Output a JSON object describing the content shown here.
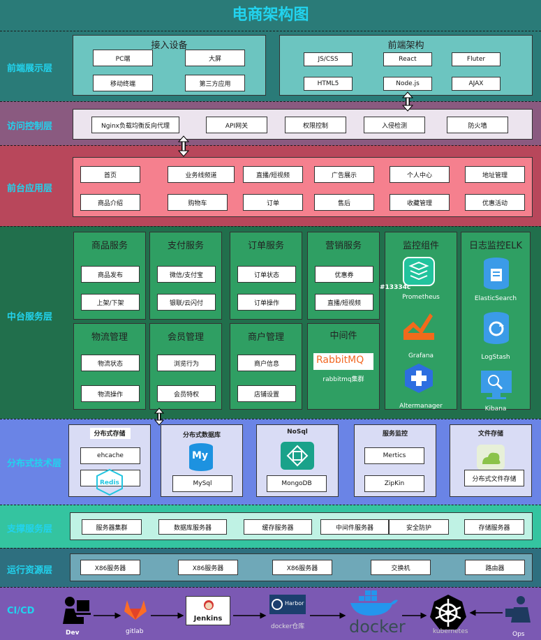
{
  "title": "电商架构图",
  "layers": {
    "frontend": {
      "label": "前端展示层",
      "devices": {
        "title": "接入设备",
        "items": [
          "PC端",
          "大屏",
          "移动终端",
          "第三方应用"
        ]
      },
      "arch": {
        "title": "前端架构",
        "items": [
          "JS/CSS",
          "React",
          "Fluter",
          "HTML5",
          "Node.js",
          "AJAX"
        ]
      }
    },
    "access": {
      "label": "访问控制层",
      "items": [
        "Nginx负载均衡反向代理",
        "API网关",
        "权限控制",
        "入侵检测",
        "防火墙"
      ]
    },
    "app": {
      "label": "前台应用层",
      "items": [
        "首页",
        "业务线频道",
        "直播/短视频",
        "广告展示",
        "个人中心",
        "地址管理",
        "商品介绍",
        "购物车",
        "订单",
        "售后",
        "收藏管理",
        "优惠活动"
      ]
    },
    "middle": {
      "label": "中台服务层",
      "groups": [
        {
          "title": "商品服务",
          "items": [
            "商品发布",
            "上架/下架"
          ]
        },
        {
          "title": "支付服务",
          "items": [
            "微信/支付宝",
            "银联/云闪付"
          ]
        },
        {
          "title": "订单服务",
          "items": [
            "订单状态",
            "订单操作"
          ]
        },
        {
          "title": "营销服务",
          "items": [
            "优惠券",
            "直播/短视频"
          ]
        },
        {
          "title": "物流管理",
          "items": [
            "物流状态",
            "物流操作"
          ]
        },
        {
          "title": "会员管理",
          "items": [
            "浏览行为",
            "会员特权"
          ]
        },
        {
          "title": "商户管理",
          "items": [
            "商户信息",
            "店铺设置"
          ]
        }
      ],
      "middleware": {
        "title": "中间件",
        "logo": "RabbitMQ",
        "caption": "rabbitmq集群"
      },
      "monitor": {
        "title": "监控组件",
        "tag": "#13334c",
        "items": [
          "Prometheus",
          "Grafana",
          "Altermanager"
        ]
      },
      "elk": {
        "title": "日志监控ELK",
        "items": [
          "ElasticSearch",
          "LogStash",
          "Kibana"
        ]
      }
    },
    "distributed": {
      "label": "分布式技术层",
      "groups": [
        {
          "title": "分布式存储",
          "items": [
            "ehcache",
            "Redis"
          ]
        },
        {
          "title": "分布式数据库",
          "items": [
            "MySql"
          ],
          "icon_text": "My"
        },
        {
          "title": "NoSql",
          "items": [
            "MongoDB"
          ]
        },
        {
          "title": "服务监控",
          "items": [
            "Mertics",
            "ZipKin"
          ]
        },
        {
          "title": "文件存储",
          "items": [
            "分布式文件存储"
          ]
        }
      ]
    },
    "support": {
      "label": "支撑服务层",
      "items": [
        "服务器集群",
        "数据库服务器",
        "缓存服务器",
        "中间件服务器",
        "安全防护",
        "存储服务器"
      ]
    },
    "runtime": {
      "label": "运行资源层",
      "items": [
        "X86服务器",
        "X86服务器",
        "X86服务器",
        "交换机",
        "路由器"
      ]
    },
    "cicd": {
      "label": "CI/CD",
      "steps": [
        "Dev",
        "gitlab",
        "Jenkins",
        "Harbor",
        "docker仓库",
        "docker",
        "kubernetes",
        "Ops"
      ]
    }
  },
  "colors": {
    "frontend": "#2a7b78",
    "access": "#8a5a80",
    "app": "#b8475b",
    "middle": "#216f4c",
    "distributed": "#6a84e6",
    "support": "#34c4a0",
    "runtime": "#2e6f7f",
    "cicd": "#7b59b3"
  }
}
